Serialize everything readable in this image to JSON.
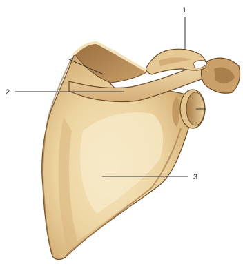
{
  "labels": [
    {
      "id": "label-1",
      "text": "1"
    },
    {
      "id": "label-2",
      "text": "2"
    },
    {
      "id": "label-3",
      "text": "3"
    }
  ],
  "colors": {
    "bone_light": "#f1dcae",
    "bone_mid": "#dcbb86",
    "bone_dark": "#b98f5a",
    "bone_shadow": "#8e6538",
    "outline": "#6b4a26",
    "leader": "#333333"
  }
}
